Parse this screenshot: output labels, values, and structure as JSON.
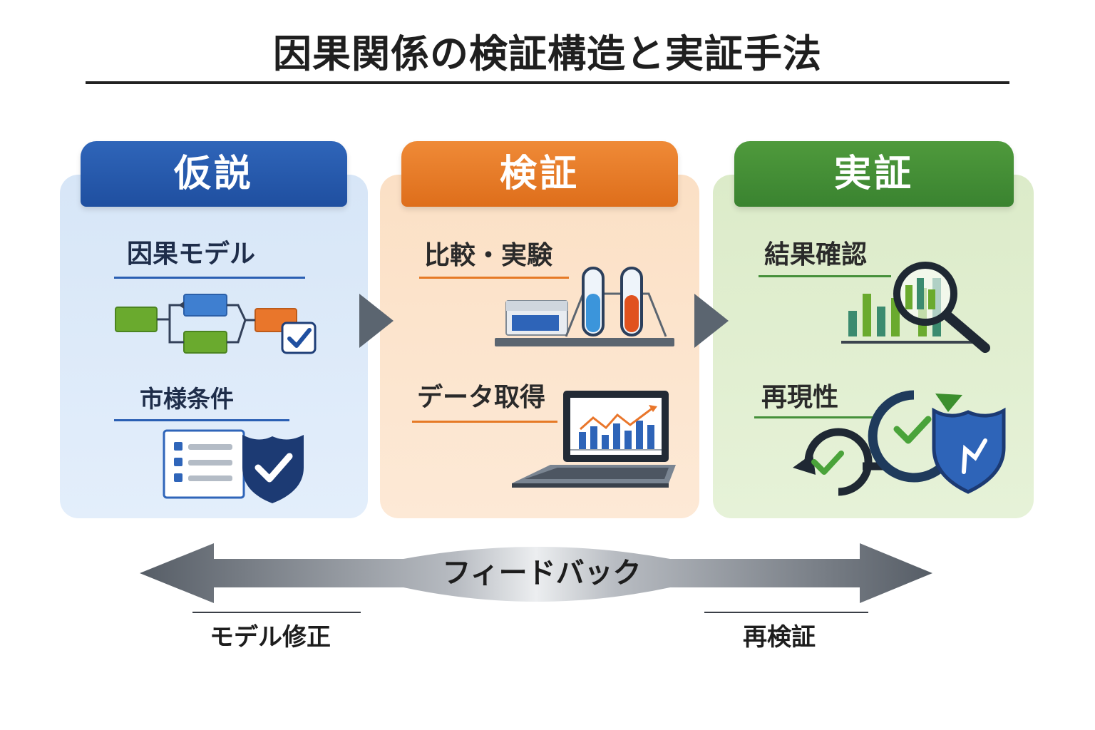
{
  "title": "因果関係の検証構造と実証手法",
  "stages": [
    {
      "heading": "仮説",
      "color": "#2a5fb3",
      "items": [
        {
          "label": "因果モデル"
        },
        {
          "label": "市様条件"
        }
      ]
    },
    {
      "heading": "検証",
      "color": "#e67a26",
      "items": [
        {
          "label": "比較・実験"
        },
        {
          "label": "データ取得"
        }
      ]
    },
    {
      "heading": "実証",
      "color": "#45903a",
      "items": [
        {
          "label": "結果確認"
        },
        {
          "label": "再現性"
        }
      ]
    }
  ],
  "feedback": {
    "label": "フィードバック",
    "left_label": "モデル修正",
    "right_label": "再検証"
  }
}
